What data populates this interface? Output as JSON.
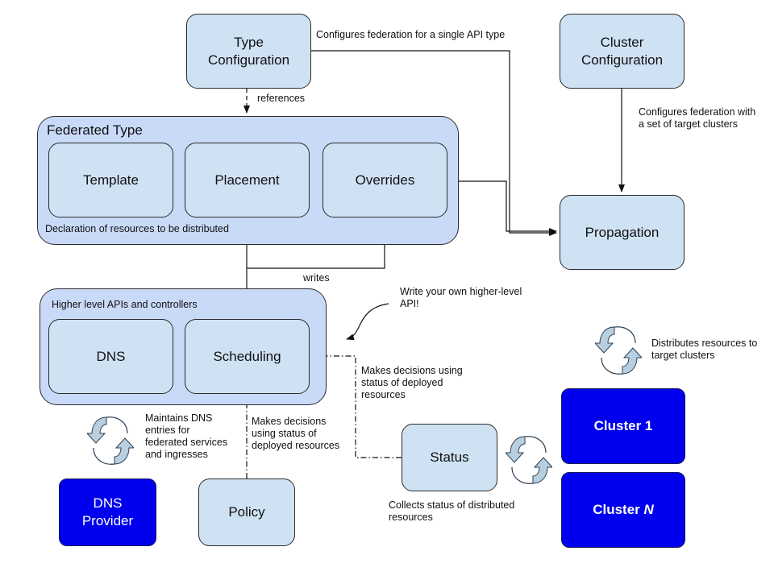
{
  "nodes": {
    "type_configuration": "Type\nConfiguration",
    "cluster_configuration": "Cluster\nConfiguration",
    "template": "Template",
    "placement": "Placement",
    "overrides": "Overrides",
    "propagation": "Propagation",
    "dns": "DNS",
    "scheduling": "Scheduling",
    "status": "Status",
    "policy": "Policy",
    "dns_provider": "DNS\nProvider",
    "cluster_1": "Cluster 1",
    "cluster_n_prefix": "Cluster ",
    "cluster_n_suffix": "N"
  },
  "groups": {
    "federated_type_title": "Federated Type",
    "federated_type_caption": "Declaration of resources to be distributed",
    "higher_level_title": "Higher level APIs and controllers"
  },
  "annotations": {
    "configures_single_api": "Configures federation for a single API type",
    "references": "references",
    "configures_target_clusters": "Configures federation with\na set of target clusters",
    "writes": "writes",
    "write_your_own": "Write your own higher-level\nAPI!",
    "distributes_resources": "Distributes resources to\ntarget clusters",
    "decisions_status_right": "Makes decisions using\nstatus of deployed\nresources",
    "maintains_dns": "Maintains DNS\nentries for\nfederated services\nand ingresses",
    "decisions_status_policy": "Makes decisions\nusing status of\ndeployed resources",
    "collects_status": "Collects status of distributed\nresources"
  },
  "colors": {
    "box_fill": "#cfe2f3",
    "group_fill": "#c9daf8",
    "cluster_fill": "#0000ee",
    "cycle_arrow_fill": "#b7cfdf"
  }
}
